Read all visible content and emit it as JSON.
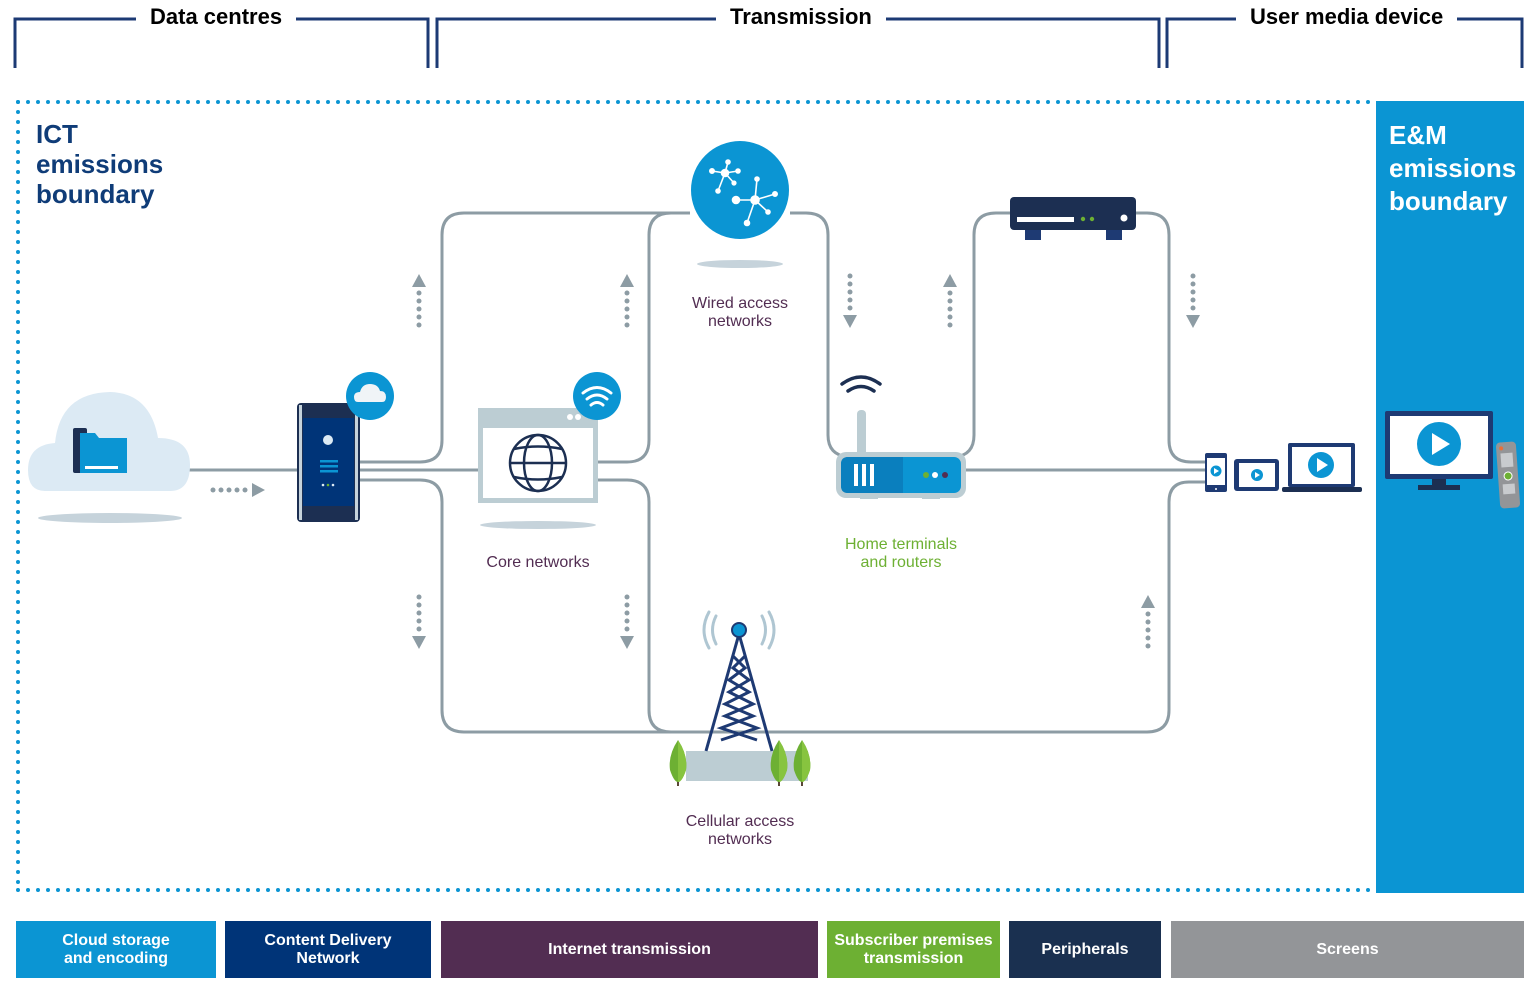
{
  "headers": {
    "data_centres": "Data centres",
    "transmission": "Transmission",
    "user_media_device": "User media device"
  },
  "boundaries": {
    "ict": [
      "ICT",
      "emissions",
      "boundary"
    ],
    "em": [
      "E&M",
      "emissions",
      "boundary"
    ]
  },
  "nodes": {
    "wired": [
      "Wired access",
      "networks"
    ],
    "core": "Core networks",
    "home": [
      "Home terminals",
      "and routers"
    ],
    "cellular": [
      "Cellular access",
      "networks"
    ]
  },
  "legend": [
    {
      "label": [
        "Cloud storage",
        "and encoding"
      ],
      "color": "#0B95D3"
    },
    {
      "label": [
        "Content Delivery",
        "Network"
      ],
      "color": "#003478"
    },
    {
      "label": [
        "Internet transmission"
      ],
      "color": "#522D52"
    },
    {
      "label": [
        "Subscriber premises",
        "transmission"
      ],
      "color": "#6DB033"
    },
    {
      "label": [
        "Peripherals"
      ],
      "color": "#1A3050"
    },
    {
      "label": [
        "Screens"
      ],
      "color": "#939598"
    }
  ],
  "colors": {
    "accent_blue": "#0B95D3",
    "navy": "#1C2F52",
    "connector": "#8D9CA4",
    "node_label_purple": "#522D52",
    "node_label_green": "#6DB033",
    "boundary_title": "#0F3C78"
  }
}
